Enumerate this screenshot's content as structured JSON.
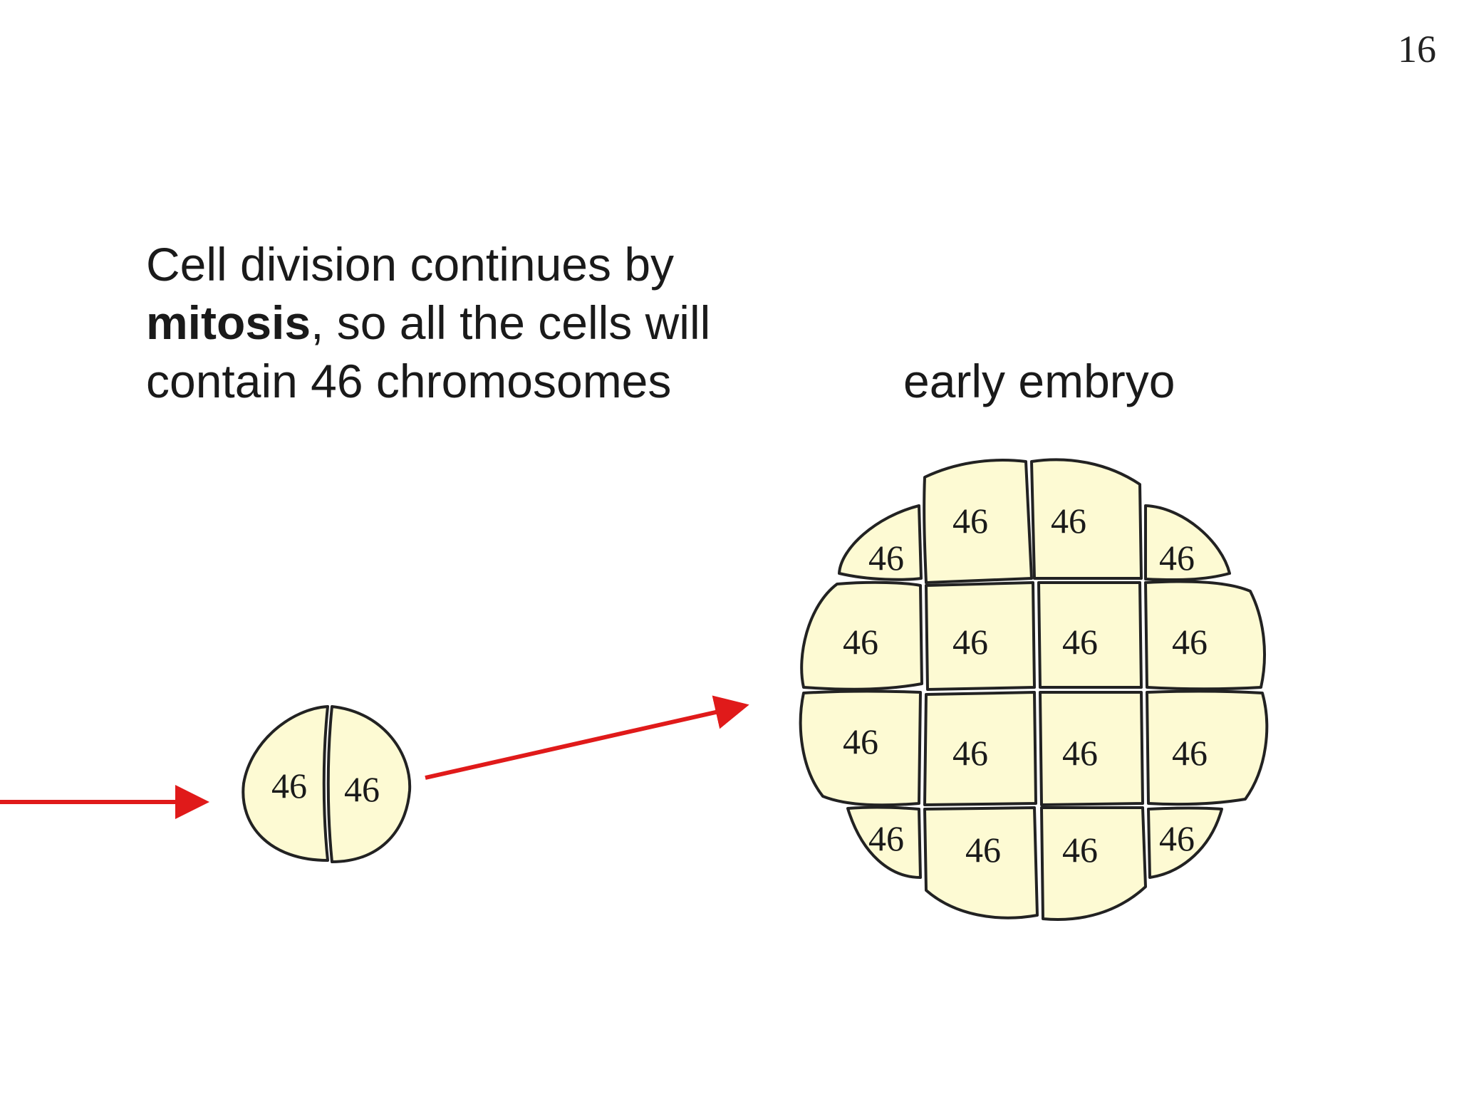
{
  "slide": {
    "number": "16"
  },
  "caption": {
    "line1": "Cell division continues by",
    "bold_word": "mitosis",
    "line2_rest": ", so all the cells  will",
    "line3": "contain 46 chromosomes"
  },
  "embryo_label": "early embryo",
  "two_cell": {
    "cells": [
      "46",
      "46"
    ]
  },
  "embryo": {
    "cells": [
      "46",
      "46",
      "46",
      "46",
      "46",
      "46",
      "46",
      "46",
      "46",
      "46",
      "46",
      "46",
      "46",
      "46",
      "46",
      "46"
    ]
  },
  "colors": {
    "arrow": "#e01a1a",
    "cell_fill": "#fdfad3",
    "cell_outline": "#222222"
  }
}
